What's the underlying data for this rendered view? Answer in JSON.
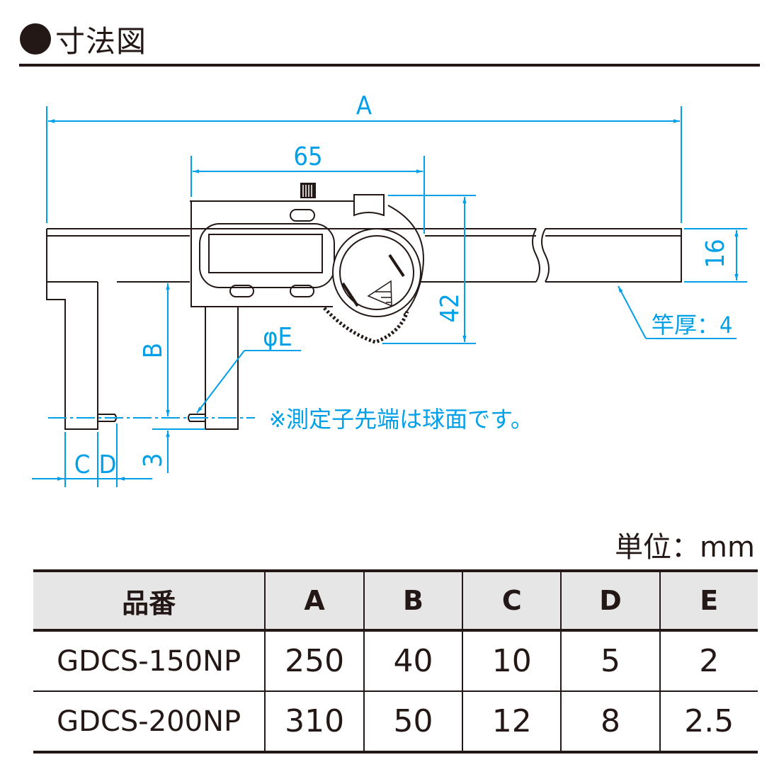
{
  "title": "寸法図",
  "colors": {
    "dimension": "#00a0e9",
    "ink": "#231815",
    "header_bg": "#e6e6e7"
  },
  "diagram": {
    "dim_A": "A",
    "dim_65": "65",
    "dim_42": "42",
    "dim_16": "16",
    "dim_B": "B",
    "dim_3": "3",
    "dim_C": "C",
    "dim_D": "D",
    "dim_E": "φE",
    "beam_thickness": "竿厚：4",
    "note": "※測定子先端は球面です。"
  },
  "unit": "単位：mm",
  "table": {
    "headers": [
      "品番",
      "A",
      "B",
      "C",
      "D",
      "E"
    ],
    "rows": [
      [
        "GDCS-150NP",
        "250",
        "40",
        "10",
        "5",
        "2"
      ],
      [
        "GDCS-200NP",
        "310",
        "50",
        "12",
        "8",
        "2.5"
      ]
    ]
  }
}
